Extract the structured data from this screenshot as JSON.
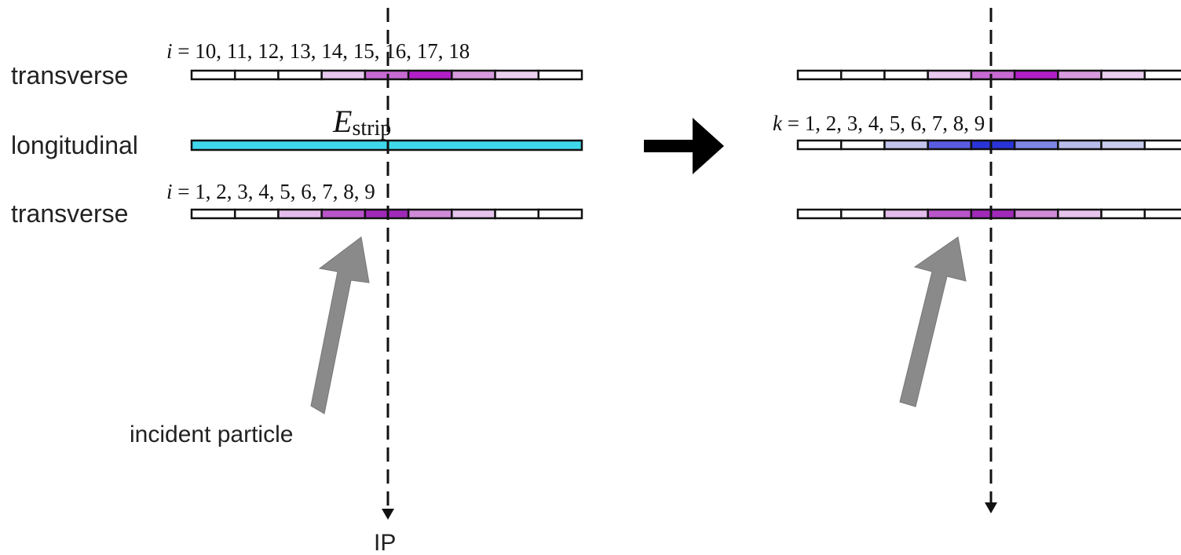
{
  "left_panel": {
    "layer_labels": {
      "top": "transverse",
      "middle": "longitudinal",
      "bottom": "transverse"
    },
    "top_index": {
      "var": "i",
      "equals": " = ",
      "values": "10, 11, 12, 13, 14, 15, 16, 17, 18"
    },
    "bottom_index": {
      "var": "i",
      "equals": " = ",
      "values": "1,  2,  3,  4,  5,  6,  7,  8,  9"
    },
    "energy_label": {
      "main": "E",
      "subscript": "strip"
    },
    "incident_label": "incident particle",
    "ip_label": "IP",
    "top_strip_colors": [
      "#ffffff",
      "#ffffff",
      "#ffffff",
      "#e8c8ee",
      "#c86ad4",
      "#b21fc8",
      "#d89ade",
      "#ecd0f0",
      "#ffffff"
    ],
    "bottom_strip_colors": [
      "#ffffff",
      "#ffffff",
      "#e4bceb",
      "#b855c8",
      "#a02ab8",
      "#cf8ad8",
      "#e6c4ec",
      "#ffffff",
      "#ffffff"
    ],
    "longitudinal_color": "#3fd8ea"
  },
  "right_panel": {
    "index": {
      "var": "k",
      "equals": " = ",
      "values": "1,  2,  3,  4,  5,  6,  7,  8,  9"
    },
    "top_strip_colors": [
      "#ffffff",
      "#ffffff",
      "#ffffff",
      "#e8c8ee",
      "#c86ad4",
      "#b21fc8",
      "#d89ade",
      "#ecd0f0",
      "#ffffff"
    ],
    "middle_strip_colors": [
      "#ffffff",
      "#ffffff",
      "#c2c4ec",
      "#5a5ce0",
      "#2b34d8",
      "#7f86e4",
      "#b8bcea",
      "#c9cced",
      "#ffffff"
    ],
    "bottom_strip_colors": [
      "#ffffff",
      "#ffffff",
      "#e4bceb",
      "#b855c8",
      "#a02ab8",
      "#cf8ad8",
      "#e6c4ec",
      "#ffffff",
      "#ffffff"
    ]
  },
  "colors": {
    "outline": "#111111",
    "arrow_gray": "#8a8a8a",
    "big_arrow": "#000000"
  }
}
